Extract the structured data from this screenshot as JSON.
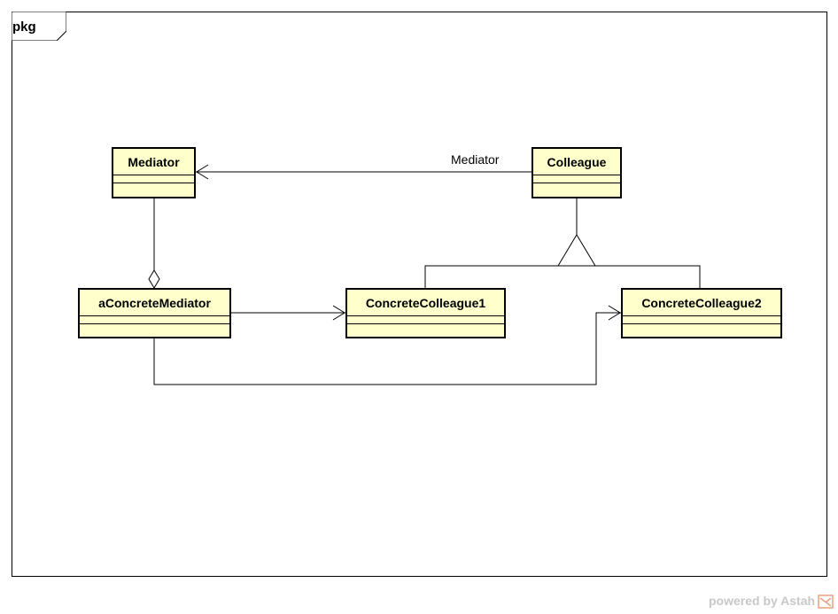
{
  "frame": {
    "label": "pkg"
  },
  "classes": {
    "mediator": {
      "name": "Mediator"
    },
    "colleague": {
      "name": "Colleague"
    },
    "concrete_mediator": {
      "name": "aConcreteMediator"
    },
    "concrete_colleague1": {
      "name": "ConcreteColleague1"
    },
    "concrete_colleague2": {
      "name": "ConcreteColleague2"
    }
  },
  "associations": {
    "colleague_to_mediator_role": "Mediator"
  },
  "footer": {
    "powered_by": "powered by Astah"
  },
  "colors": {
    "class_fill": "#ffffcc",
    "line": "#000000",
    "footer_text": "#c8c8c8",
    "logo": "#e8a080"
  },
  "icons": {
    "footer_logo": "astah-logo-icon"
  }
}
